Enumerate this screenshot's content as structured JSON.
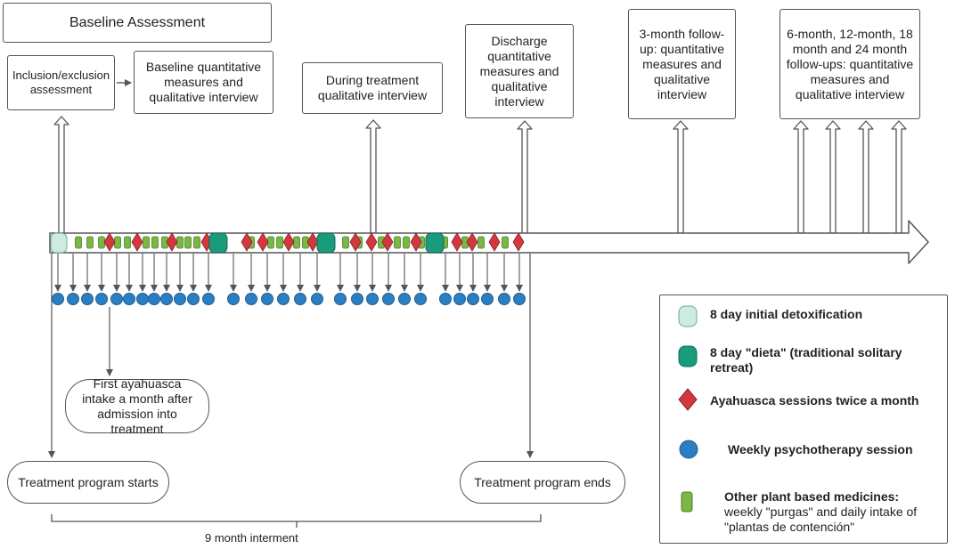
{
  "boxes": {
    "baseline_assessment": "Baseline Assessment",
    "inclusion": "Inclusion/exclusion assessment",
    "baseline_measures": "Baseline quantitative measures and qualitative interview",
    "during_treatment": "During treatment qualitative interview",
    "discharge": "Discharge quantitative measures and qualitative interview",
    "followup_3": "3-month follow-up: quantitative measures and qualitative interview",
    "followup_6_24": "6-month, 12-month, 18 month and 24 month follow-ups: quantitative measures and qualitative interview"
  },
  "callouts": {
    "first_ayahuasca": "First ayahuasca intake a month after admission into treatment",
    "program_starts": "Treatment program starts",
    "program_ends": "Treatment program ends"
  },
  "duration_label": "9 month interment",
  "legend": {
    "detox": "8 day initial detoxification",
    "dieta": "8 day \"dieta\" (traditional solitary retreat)",
    "ayahuasca": "Ayahuasca sessions twice a month",
    "psychotherapy": "Weekly psychotherapy session",
    "plants_title": "Other plant based medicines:",
    "plants_desc": "weekly \"purgas\" and daily intake of \"plantas de contención\""
  },
  "colors": {
    "detox": "#cfe9e3",
    "dieta": "#1a9b7c",
    "ayahuasca": "#d2383f",
    "psychotherapy": "#2a7ec1",
    "plants": "#7ab844",
    "outline": "#555555"
  }
}
